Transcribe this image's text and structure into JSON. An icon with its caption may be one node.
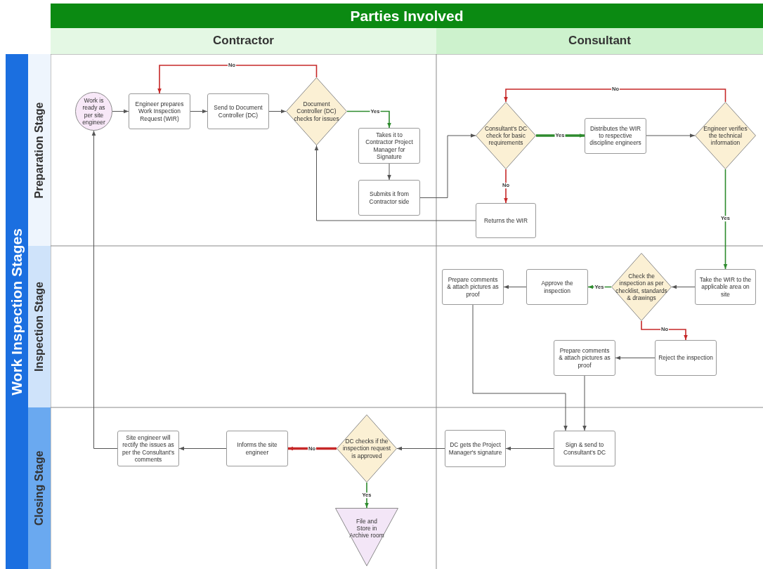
{
  "diagram": {
    "nodes": [
      {
        "text": [
          "Parties Involved"
        ]
      },
      {
        "text": [
          "Contractor"
        ]
      },
      {
        "text": [
          "Consultant"
        ]
      },
      {
        "text": [
          "Work Inspection Stages"
        ]
      },
      {
        "text": [
          "Preparation Stage"
        ]
      },
      {
        "text": [
          "Inspection Stage"
        ]
      },
      {
        "text": [
          "Closing Stage"
        ]
      },
      {
        "text": [
          "Work is ready as per site engineer"
        ]
      },
      {
        "text": [
          "Engineer prepares Work Inspection Request (WIR)"
        ]
      },
      {
        "text": [
          "Send to Document Controller (DC)"
        ]
      },
      {
        "text": [
          "Document Controller (DC) checks for issues"
        ]
      },
      {
        "text": [
          "Takes it to Contractor Project Manager for Signature"
        ]
      },
      {
        "text": [
          "Submits it from Contractor side"
        ]
      },
      {
        "text": [
          "Consultant's DC check for basic requirements"
        ]
      },
      {
        "text": [
          "Distributes the WIR to respective discipline engineers"
        ]
      },
      {
        "text": [
          "Engineer verifies the technical information"
        ]
      },
      {
        "text": [
          "Returns the WIR"
        ]
      },
      {
        "text": [
          "Take the WIR to the applicable area on site"
        ]
      },
      {
        "text": [
          "Check the inspection as per checklist, standards & drawings"
        ]
      },
      {
        "text": [
          "Approve the inspection"
        ]
      },
      {
        "text": [
          "Prepare comments & attach pictures as proof"
        ]
      },
      {
        "text": [
          "Reject the inspection"
        ]
      },
      {
        "text": [
          "Prepare comments & attach pictures as proof"
        ]
      },
      {
        "text": [
          "Sign & send to Consultant's DC"
        ]
      },
      {
        "text": [
          "DC gets the Project Manager's signature"
        ]
      },
      {
        "text": [
          "DC checks if the inspection request is approved"
        ]
      },
      {
        "text": [
          "Informs the site engineer"
        ]
      },
      {
        "text": [
          "Site engineer will rectify the issues as per the Consultant's comments"
        ]
      },
      {
        "text": [
          "File and Store in Archive room"
        ]
      }
    ],
    "edges": [
      {
        "from": 7,
        "to": 8,
        "arrow": "to"
      },
      {
        "from": 8,
        "to": 9,
        "arrow": "to"
      },
      {
        "from": 9,
        "to": 10,
        "arrow": "to"
      },
      {
        "from": 10,
        "to": 8,
        "arrow": "to",
        "label": "No",
        "color": "#c62828"
      },
      {
        "from": 10,
        "to": 11,
        "arrow": "to",
        "label": "Yes",
        "color": "#2e8b2e"
      },
      {
        "from": 11,
        "to": 12,
        "arrow": "to"
      },
      {
        "from": 12,
        "to": 13,
        "arrow": "to"
      },
      {
        "from": 13,
        "to": 14,
        "arrow": "to",
        "label": "Yes",
        "color": "#2e8b2e",
        "style": "thick"
      },
      {
        "from": 14,
        "to": 15,
        "arrow": "to"
      },
      {
        "from": 15,
        "to": 13,
        "arrow": "to",
        "label": "No",
        "color": "#c62828"
      },
      {
        "from": 13,
        "to": 16,
        "arrow": "to",
        "label": "No",
        "color": "#c62828"
      },
      {
        "from": 16,
        "to": 10,
        "arrow": "to"
      },
      {
        "from": 15,
        "to": 17,
        "arrow": "to",
        "label": "Yes",
        "color": "#2e8b2e"
      },
      {
        "from": 17,
        "to": 18,
        "arrow": "to"
      },
      {
        "from": 18,
        "to": 19,
        "arrow": "to",
        "label": "Yes",
        "color": "#2e8b2e"
      },
      {
        "from": 19,
        "to": 20,
        "arrow": "to"
      },
      {
        "from": 18,
        "to": 21,
        "arrow": "to",
        "label": "No",
        "color": "#c62828"
      },
      {
        "from": 21,
        "to": 22,
        "arrow": "to"
      },
      {
        "from": 20,
        "to": 23,
        "arrow": "to"
      },
      {
        "from": 22,
        "to": 23,
        "arrow": "to"
      },
      {
        "from": 23,
        "to": 24,
        "arrow": "to"
      },
      {
        "from": 24,
        "to": 25,
        "arrow": "to"
      },
      {
        "from": 25,
        "to": 26,
        "arrow": "to",
        "label": "No",
        "color": "#c62828",
        "style": "thick"
      },
      {
        "from": 26,
        "to": 27,
        "arrow": "to"
      },
      {
        "from": 27,
        "to": 7,
        "arrow": "to"
      },
      {
        "from": 25,
        "to": 28,
        "arrow": "to",
        "label": "Yes",
        "color": "#2e8b2e"
      }
    ]
  }
}
